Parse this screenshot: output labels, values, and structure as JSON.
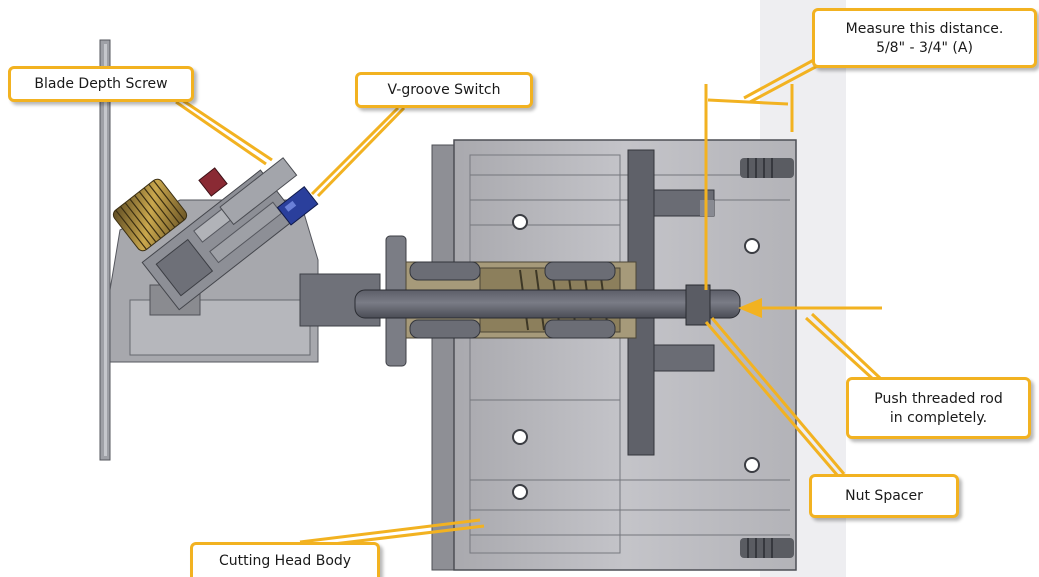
{
  "diagram": {
    "accent_color": "#f2b221",
    "labels": {
      "blade_depth_screw": "Blade Depth Screw",
      "v_groove_switch": "V-groove Switch",
      "measure_line1": "Measure this distance.",
      "measure_line2": "5/8\" - 3/4\" (A)",
      "push_line1": "Push threaded rod",
      "push_line2": "in completely.",
      "nut_spacer": "Nut Spacer",
      "cutting_head_body": "Cutting Head Body"
    }
  }
}
